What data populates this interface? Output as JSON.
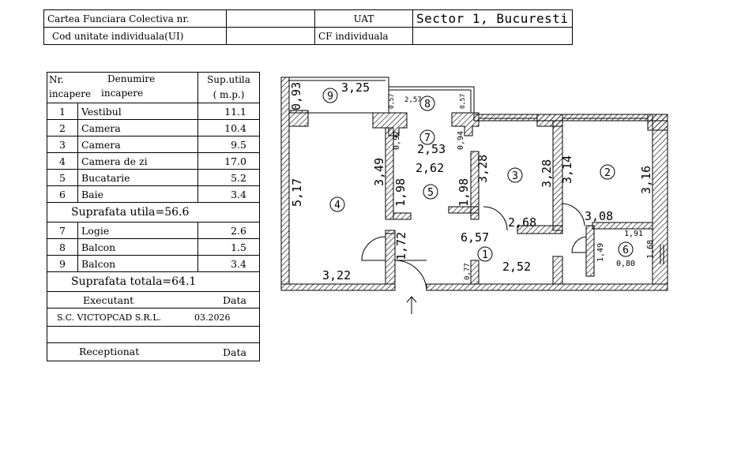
{
  "header": {
    "cf_colectiva_label": "Cartea Funciara Colectiva nr.",
    "cod_ui_label": "Cod unitate individuala(UI)",
    "uat_label": "UAT",
    "cf_individuala_label": "CF individuala",
    "uat_value": "Sector 1, Bucuresti"
  },
  "table": {
    "col_nr_line1": "Nr.",
    "col_nr_line2": "incapere",
    "col_name_line1": "Denumire",
    "col_name_line2": "incapere",
    "col_area_line1": "Sup.utila",
    "col_area_line2": "( m.p.)",
    "rows": [
      {
        "nr": "1",
        "name": "Vestibul",
        "area": "11.1"
      },
      {
        "nr": "2",
        "name": "Camera",
        "area": "10.4"
      },
      {
        "nr": "3",
        "name": "Camera",
        "area": "9.5"
      },
      {
        "nr": "4",
        "name": "Camera de zi",
        "area": "17.0"
      },
      {
        "nr": "5",
        "name": "Bucatarie",
        "area": "5.2"
      },
      {
        "nr": "6",
        "name": "Baie",
        "area": "3.4"
      }
    ],
    "suprafata_utila": "Suprafata  utila=56.6",
    "extra_rows": [
      {
        "nr": "7",
        "name": "Logie",
        "area": "2.6"
      },
      {
        "nr": "8",
        "name": "Balcon",
        "area": "1.5"
      },
      {
        "nr": "9",
        "name": "Balcon",
        "area": "3.4"
      }
    ],
    "suprafata_totala": "Suprafata  totala=64.1",
    "executant_label": "Executant",
    "data_label": "Data",
    "executant_name": "S.C.  VICTOPCAD  S.R.L.",
    "executant_date": "03.2026",
    "receptionat_label": "Receptionat",
    "data_label2": "Data"
  },
  "plan": {
    "room_numbers": [
      "1",
      "2",
      "3",
      "4",
      "5",
      "6",
      "7",
      "8",
      "9"
    ],
    "dimensions": {
      "d_093": "0,93",
      "d_325": "3,25",
      "d_057a": "0,57",
      "d_257": "2,57",
      "d_057b": "0,57",
      "d_092": "0,92",
      "d_253": "2,53",
      "d_094": "0,94",
      "d_262": "2,62",
      "d_349": "3,49",
      "d_517": "5,17",
      "d_198a": "1,98",
      "d_198b": "1,98",
      "d_328a": "3,28",
      "d_328b": "3,28",
      "d_314": "3,14",
      "d_316": "3,16",
      "d_268": "2,68",
      "d_308": "3,08",
      "d_657": "6,57",
      "d_172": "1,72",
      "d_191": "1,91",
      "d_149": "1,49",
      "d_168": "1,68",
      "d_080": "0,80",
      "d_077": "0,77",
      "d_252": "2,52",
      "d_322": "3,22"
    }
  }
}
